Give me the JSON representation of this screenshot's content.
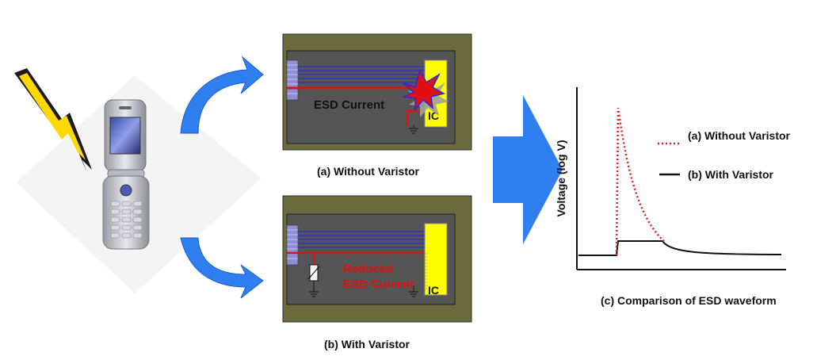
{
  "panels": {
    "without": {
      "caption": "(a) Without Varistor",
      "current_label": "ESD Current",
      "ic_label": "IC"
    },
    "with": {
      "caption": "(b) With Varistor",
      "current_label_line1": "Reduced",
      "current_label_line2": "ESD Current",
      "ic_label": "IC"
    }
  },
  "waveform": {
    "caption": "(c) Comparison of ESD waveform",
    "ylabel": "Voltage (log V)",
    "legend": [
      {
        "label": "(a) Without Varistor",
        "color": "#e02020",
        "style": "dotted"
      },
      {
        "label": "(b) With Varistor",
        "color": "#000000",
        "style": "solid"
      }
    ]
  },
  "colors": {
    "board_frame": "#6b6b3e",
    "board_inner": "#555555",
    "trace": "#2b2bd8",
    "esd_red": "#e01010",
    "ic": "#ffff00",
    "arrow": "#2f7ff0"
  },
  "icons": {
    "phone": "flip-phone-icon",
    "lightning": "lightning-bolt-icon",
    "spark": "esd-spark-icon",
    "varistor": "varistor-icon",
    "ground": "ground-symbol-icon"
  }
}
